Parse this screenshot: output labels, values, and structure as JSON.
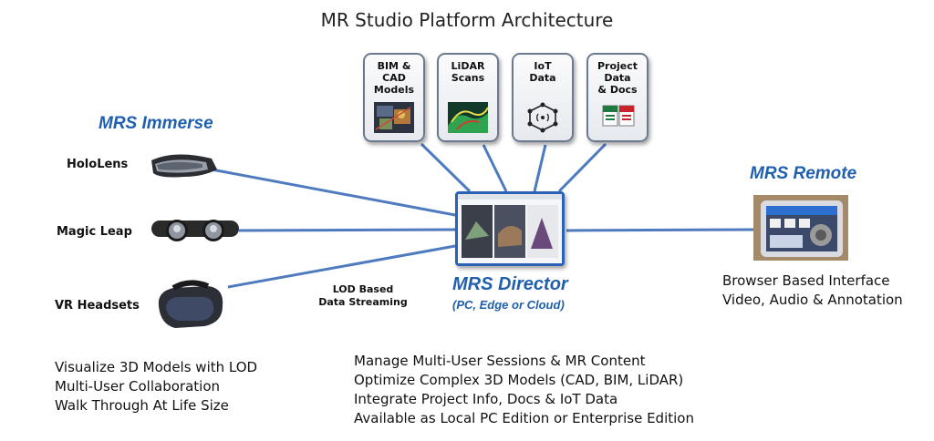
{
  "title": "MR Studio Platform Architecture",
  "sources": [
    {
      "label": "BIM &\nCAD\nModels",
      "icon": "cad-model-icon"
    },
    {
      "label": "LiDAR\nScans",
      "icon": "lidar-terrain-icon"
    },
    {
      "label": "IoT\nData",
      "icon": "iot-network-icon"
    },
    {
      "label": "Project\nData\n& Docs",
      "icon": "document-files-icon"
    }
  ],
  "immerse": {
    "heading": "MRS Immerse",
    "devices": [
      "HoloLens",
      "Magic Leap",
      "VR Headsets"
    ],
    "features": [
      "Visualize 3D Models with LOD",
      "Multi-User Collaboration",
      "Walk Through At Life Size"
    ]
  },
  "director": {
    "heading": "MRS Director",
    "subheading": "(PC, Edge or Cloud)",
    "features": [
      "Manage Multi-User Sessions & MR Content",
      "Optimize Complex 3D Models (CAD, BIM, LiDAR)",
      "Integrate Project Info, Docs & IoT Data",
      "Available as Local PC Edition or Enterprise Edition"
    ]
  },
  "streaming_label": [
    "LOD Based",
    "Data Streaming"
  ],
  "remote": {
    "heading": "MRS Remote",
    "features": [
      "Browser Based Interface",
      "Video, Audio & Annotation"
    ]
  },
  "colors": {
    "accent": "#1f5fae",
    "connector": "#4e7bbf",
    "box_border": "#6b7a8f"
  }
}
